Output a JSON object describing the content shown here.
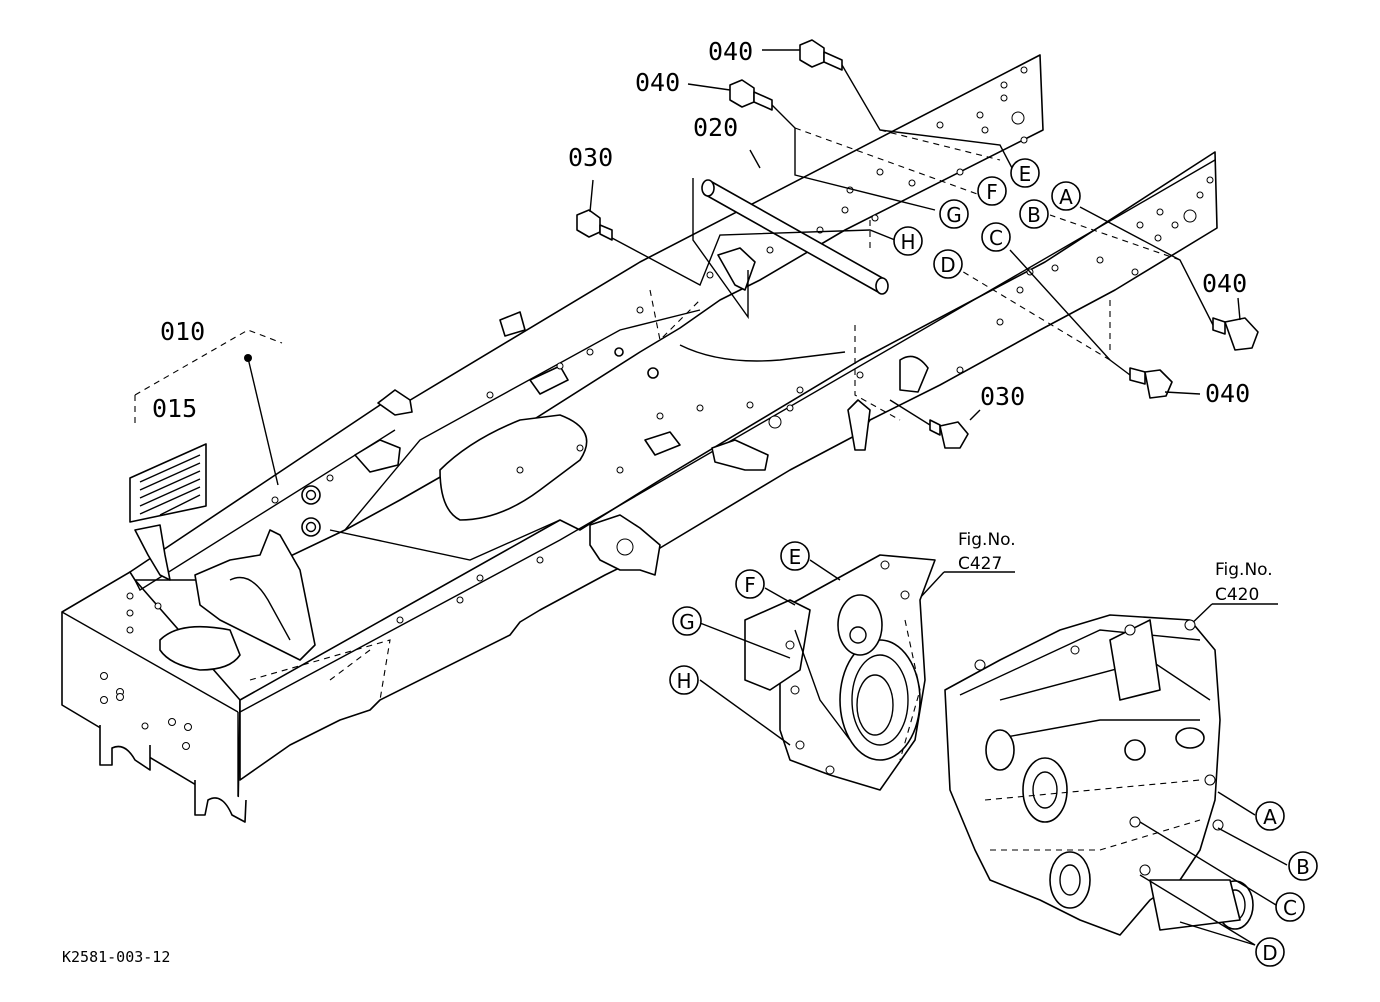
{
  "part_numbers": {
    "p010": "010",
    "p015": "015",
    "p020": "020",
    "p030_top": "030",
    "p030_right": "030",
    "p040_top1": "040",
    "p040_top2": "040",
    "p040_right1": "040",
    "p040_right2": "040"
  },
  "connectors": {
    "frame": {
      "a": "A",
      "b": "B",
      "c": "C",
      "d": "D",
      "e": "E",
      "f": "F",
      "g": "G",
      "h": "H"
    },
    "c427_housing": {
      "e": "E",
      "f": "F",
      "g": "G",
      "h": "H"
    },
    "c420_housing": {
      "a": "A",
      "b": "B",
      "c": "C",
      "d": "D"
    }
  },
  "figure_refs": {
    "c427": {
      "line1": "Fig.No.",
      "line2": "C427"
    },
    "c420": {
      "line1": "Fig.No.",
      "line2": "C420"
    }
  },
  "drawing_code": "K2581-003-12"
}
